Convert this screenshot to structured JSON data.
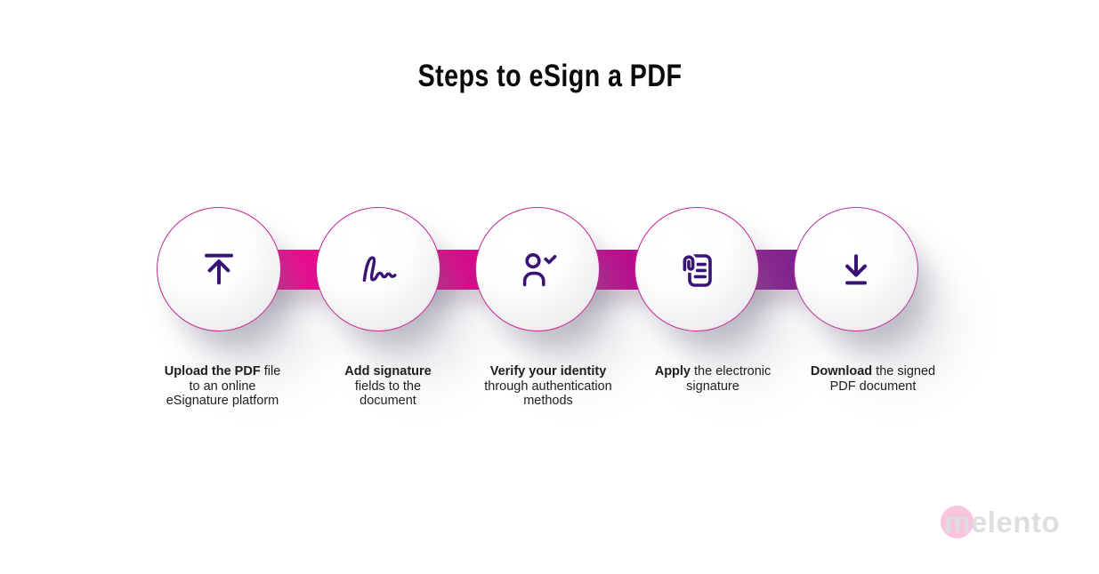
{
  "title": "Steps to eSign a PDF",
  "colors": {
    "background": "#ffffff",
    "bar_gradient_start": "#f20d93",
    "bar_gradient_end": "#6e2b91",
    "circle_border": "#c42a93",
    "icon_color": "#3a1475",
    "title_color": "#0a0a0a",
    "text_color": "#1e1e1e",
    "logo_text_color": "#dedede",
    "logo_circle_color": "#f8c4de"
  },
  "steps": [
    {
      "icon": "upload-icon",
      "lines": [
        {
          "b": "Upload the PDF",
          "r": " file"
        },
        {
          "r": "to an online"
        },
        {
          "r": "eSignature platform"
        }
      ]
    },
    {
      "icon": "signature-icon",
      "lines": [
        {
          "b": "Add signature",
          "r": ""
        },
        {
          "r": "fields to the"
        },
        {
          "r": "document"
        }
      ]
    },
    {
      "icon": "user-check-icon",
      "lines": [
        {
          "b": "Verify your identity",
          "r": ""
        },
        {
          "r": "through authentication"
        },
        {
          "r": "methods"
        }
      ]
    },
    {
      "icon": "document-attachment-icon",
      "lines": [
        {
          "b": "Apply",
          "r": " the electronic"
        },
        {
          "r": "signature"
        }
      ]
    },
    {
      "icon": "download-icon",
      "lines": [
        {
          "b": "Download",
          "r": " the signed"
        },
        {
          "r": "PDF document"
        }
      ]
    }
  ],
  "logo": {
    "text": "melento"
  }
}
